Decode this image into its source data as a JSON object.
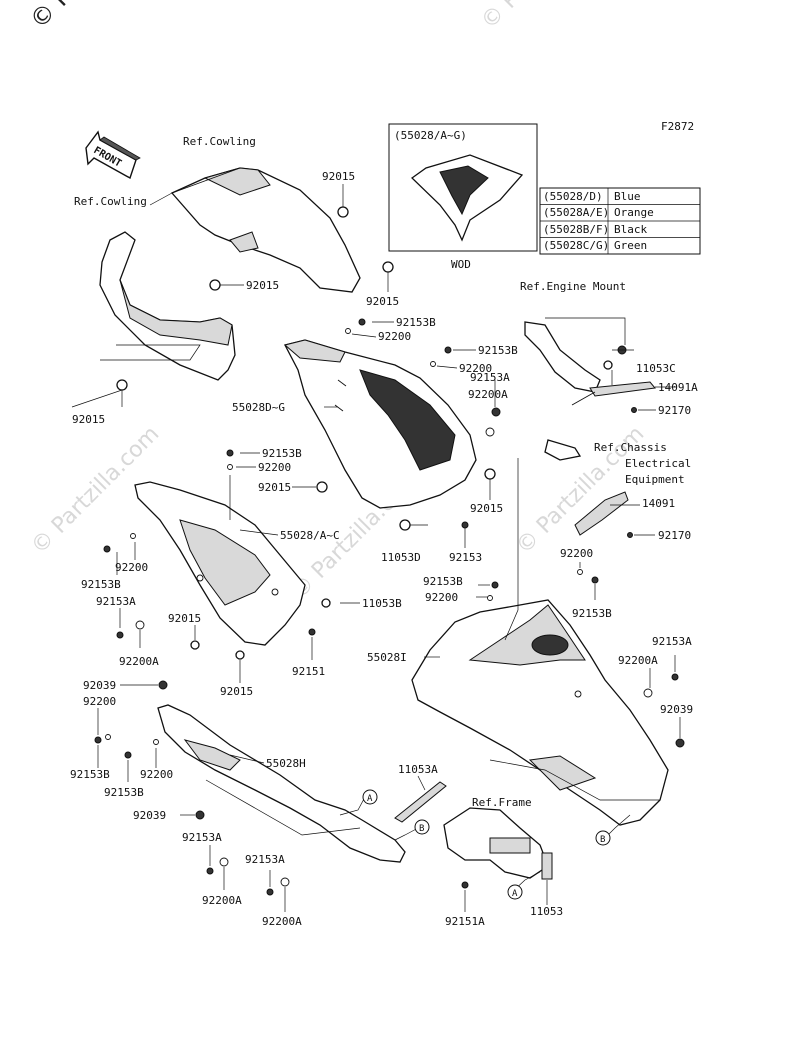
{
  "watermark": {
    "corner_text": "© Pa",
    "site_text": "© Partzilla.com",
    "repeat_text": "© Partzilla.com"
  },
  "figure_code": "F2872",
  "front_arrow_text": "FRONT",
  "wod_box": {
    "title": "(55028/A~G)",
    "caption": "WOD"
  },
  "color_table": [
    {
      "code": "(55028/D)",
      "color": "Blue"
    },
    {
      "code": "(55028A/E)",
      "color": "Orange"
    },
    {
      "code": "(55028B/F)",
      "color": "Black"
    },
    {
      "code": "(55028C/G)",
      "color": "Green"
    }
  ],
  "references": {
    "cowling_top": "Ref.Cowling",
    "cowling_left": "Ref.Cowling",
    "engine_mount": "Ref.Engine Mount",
    "chassis_1": "Ref.Chassis",
    "chassis_2": "Electrical",
    "chassis_3": "Equipment",
    "frame": "Ref.Frame"
  },
  "callouts": {
    "a1": "A",
    "a2": "A",
    "b1": "B",
    "b2": "B"
  },
  "parts": [
    {
      "id": "p01",
      "text": "92015"
    },
    {
      "id": "p02",
      "text": "92015"
    },
    {
      "id": "p03",
      "text": "92015"
    },
    {
      "id": "p04",
      "text": "92015"
    },
    {
      "id": "p05",
      "text": "92153B"
    },
    {
      "id": "p06",
      "text": "92200"
    },
    {
      "id": "p07",
      "text": "92153B"
    },
    {
      "id": "p08",
      "text": "92200"
    },
    {
      "id": "p09",
      "text": "11053C"
    },
    {
      "id": "p10",
      "text": "14091A"
    },
    {
      "id": "p11",
      "text": "92153A"
    },
    {
      "id": "p12",
      "text": "92200A"
    },
    {
      "id": "p13",
      "text": "92170"
    },
    {
      "id": "p14",
      "text": "55028D~G"
    },
    {
      "id": "p15",
      "text": "92153B"
    },
    {
      "id": "p16",
      "text": "92200"
    },
    {
      "id": "p17",
      "text": "92015"
    },
    {
      "id": "p18",
      "text": "55028/A~C"
    },
    {
      "id": "p19",
      "text": "92015"
    },
    {
      "id": "p20",
      "text": "11053D"
    },
    {
      "id": "p21",
      "text": "92153"
    },
    {
      "id": "p22",
      "text": "14091"
    },
    {
      "id": "p23",
      "text": "92170"
    },
    {
      "id": "p24",
      "text": "92200"
    },
    {
      "id": "p25",
      "text": "92153B"
    },
    {
      "id": "p26",
      "text": "92200"
    },
    {
      "id": "p27",
      "text": "92153B"
    },
    {
      "id": "p28",
      "text": "92153A"
    },
    {
      "id": "p29",
      "text": "92153B"
    },
    {
      "id": "p30",
      "text": "92200"
    },
    {
      "id": "p31",
      "text": "11053B"
    },
    {
      "id": "p32",
      "text": "92015"
    },
    {
      "id": "p33",
      "text": "92200A"
    },
    {
      "id": "p34",
      "text": "92151"
    },
    {
      "id": "p35",
      "text": "55028I"
    },
    {
      "id": "p36",
      "text": "92153A"
    },
    {
      "id": "p37",
      "text": "92200A"
    },
    {
      "id": "p38",
      "text": "92015"
    },
    {
      "id": "p39",
      "text": "92039"
    },
    {
      "id": "p40",
      "text": "92200"
    },
    {
      "id": "p41",
      "text": "92039"
    },
    {
      "id": "p42",
      "text": "92153B"
    },
    {
      "id": "p43",
      "text": "92200"
    },
    {
      "id": "p44",
      "text": "55028H"
    },
    {
      "id": "p45",
      "text": "92153B"
    },
    {
      "id": "p46",
      "text": "92039"
    },
    {
      "id": "p47",
      "text": "11053A"
    },
    {
      "id": "p48",
      "text": "92153A"
    },
    {
      "id": "p49",
      "text": "92153A"
    },
    {
      "id": "p50",
      "text": "92200A"
    },
    {
      "id": "p51",
      "text": "92200A"
    },
    {
      "id": "p52",
      "text": "92151A"
    },
    {
      "id": "p53",
      "text": "11053"
    }
  ]
}
